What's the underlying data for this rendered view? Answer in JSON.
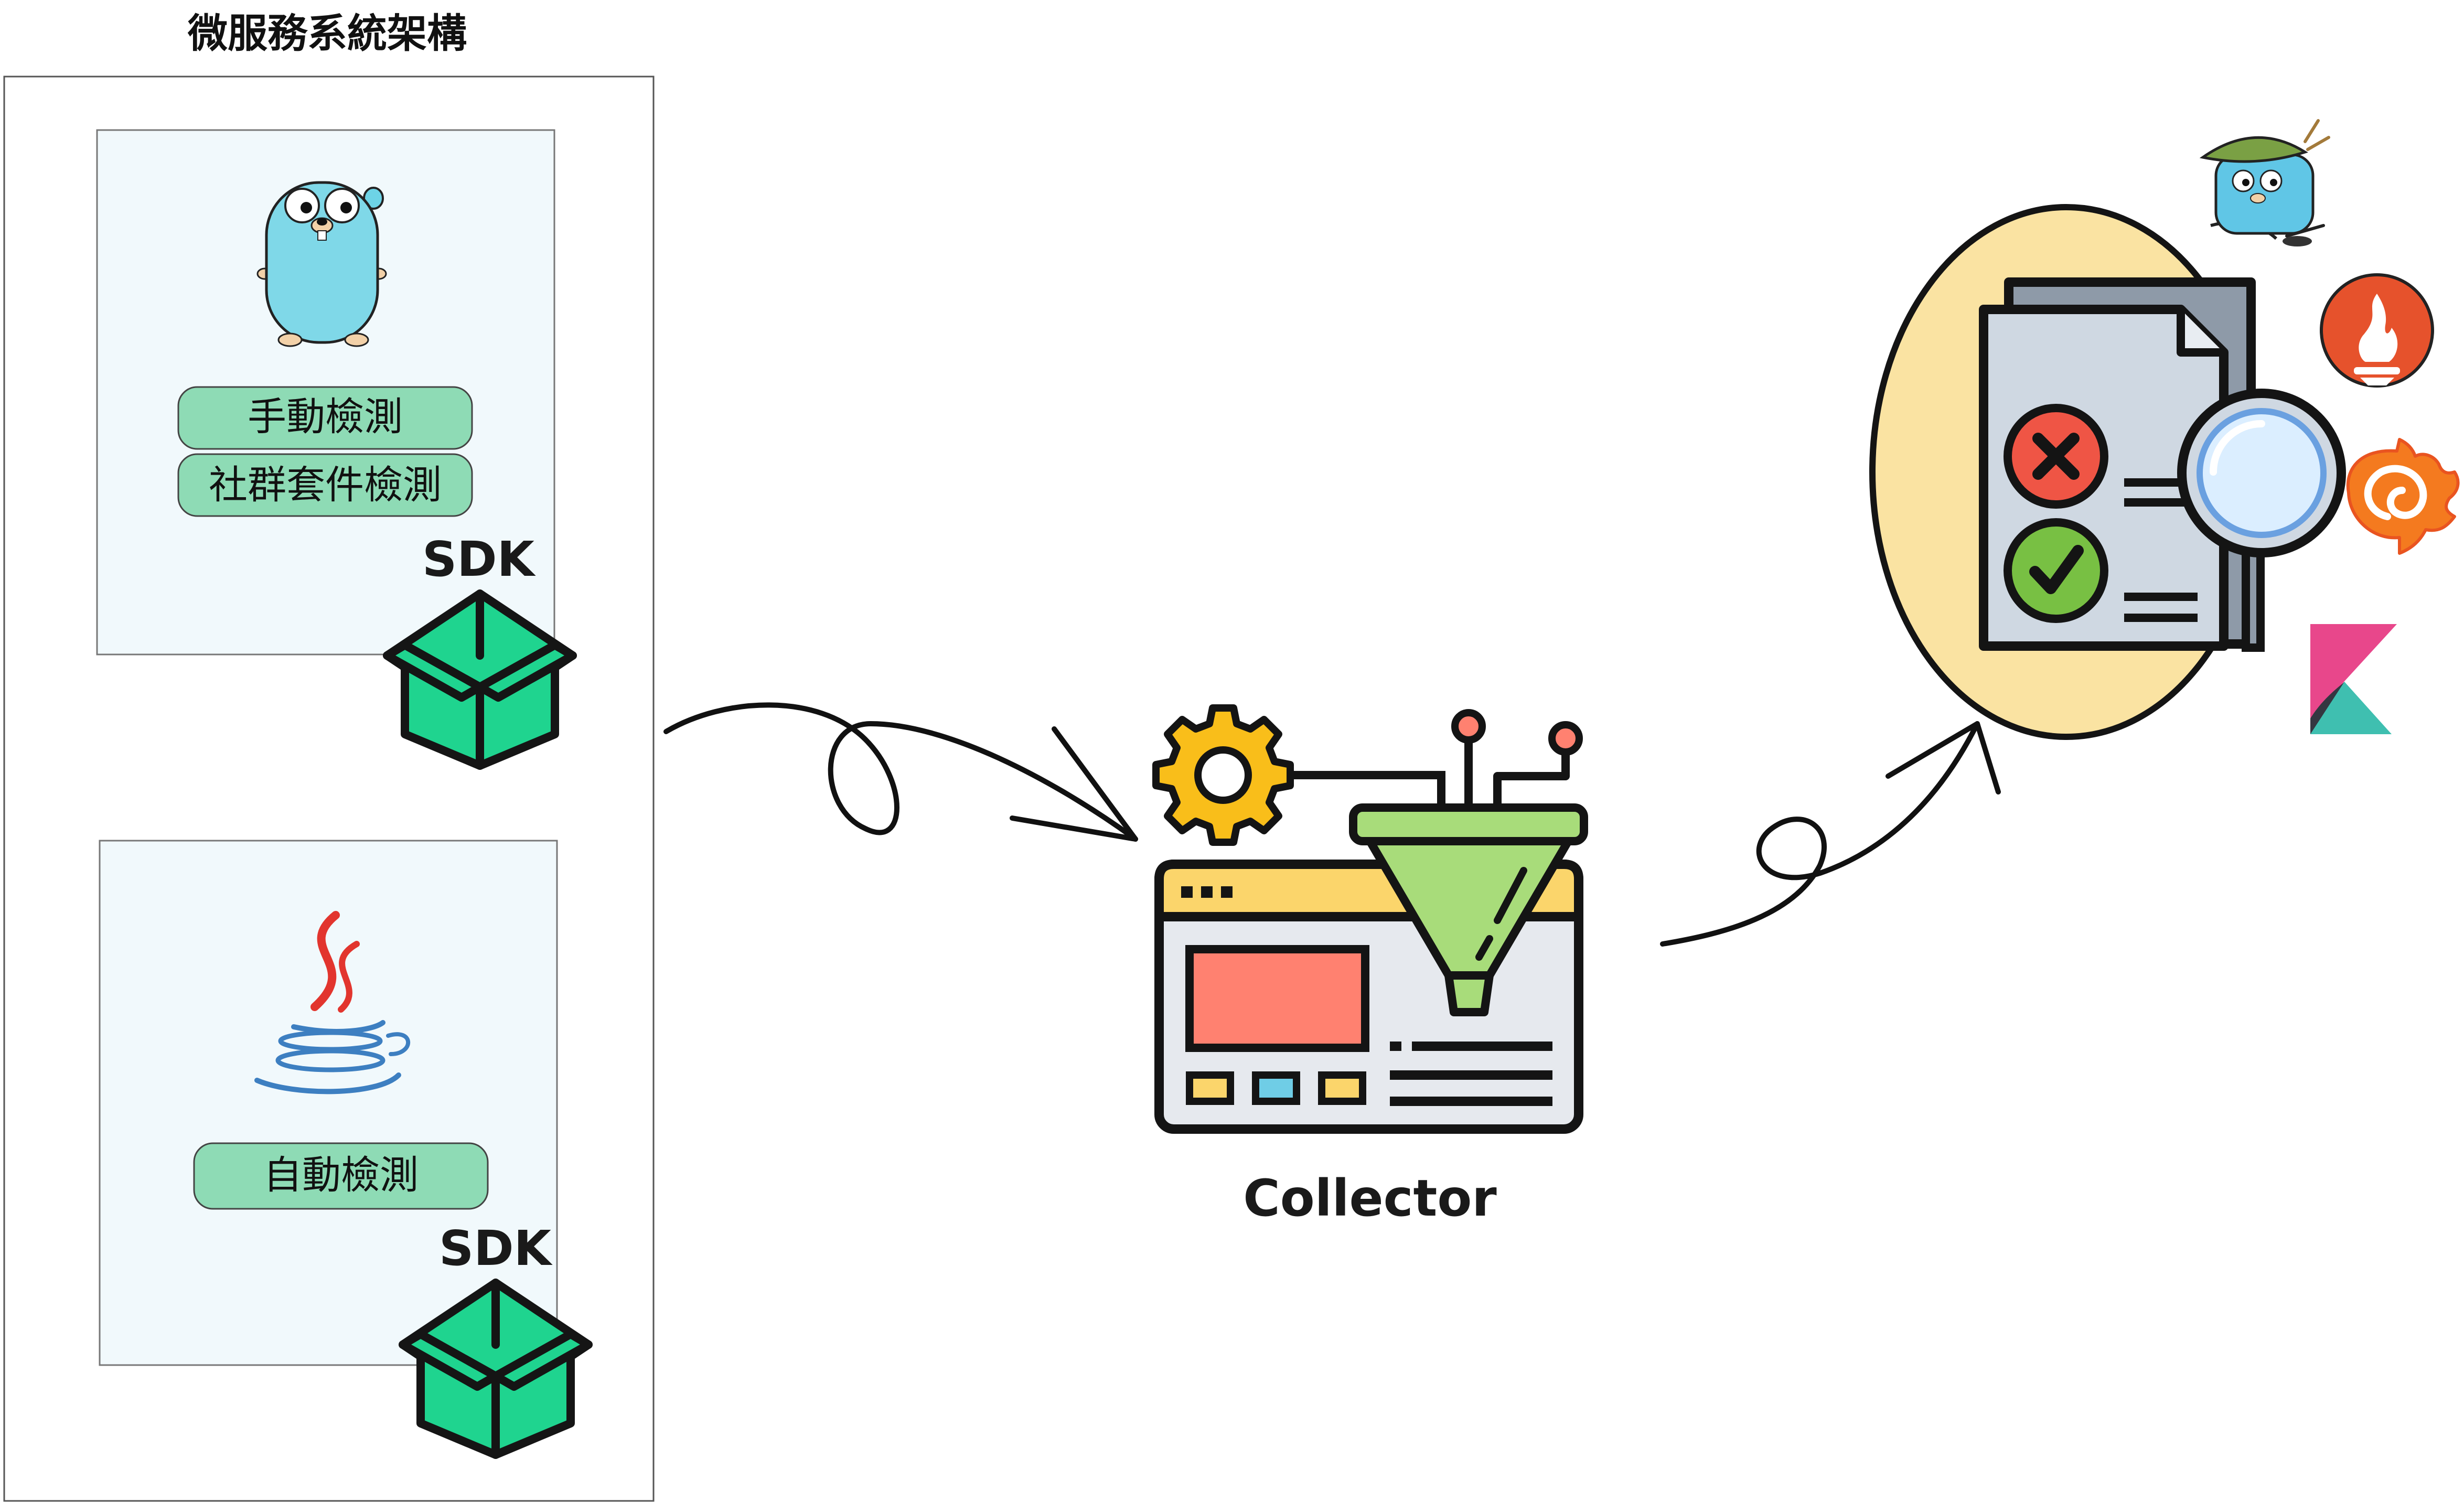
{
  "diagram": {
    "title": "微服務系統架構",
    "services": [
      {
        "language_icon": "go-gopher-icon",
        "pills": [
          "手動檢測",
          "社群套件檢測"
        ],
        "sdk_label": "SDK",
        "sdk_icon": "package-box-icon"
      },
      {
        "language_icon": "java-coffee-icon",
        "pills": [
          "自動檢測"
        ],
        "sdk_label": "SDK",
        "sdk_icon": "package-box-icon"
      }
    ],
    "collector": {
      "label": "Collector",
      "icon": "funnel-browser-gear-icon"
    },
    "backend": {
      "icon": "report-magnifier-icon",
      "tool_icons": [
        "jaeger-gopher-icon",
        "prometheus-icon",
        "grafana-icon",
        "kibana-icon"
      ]
    },
    "colors": {
      "container_bg": "#f1f9fc",
      "pill": "#8edbb5",
      "box_green": "#1fd48f",
      "backend_circle": "#fae3a2",
      "funnel": "#a8dc7a",
      "browser_bar": "#fbd56b",
      "panel_red": "#ff8170",
      "gear": "#f9be1a"
    }
  }
}
